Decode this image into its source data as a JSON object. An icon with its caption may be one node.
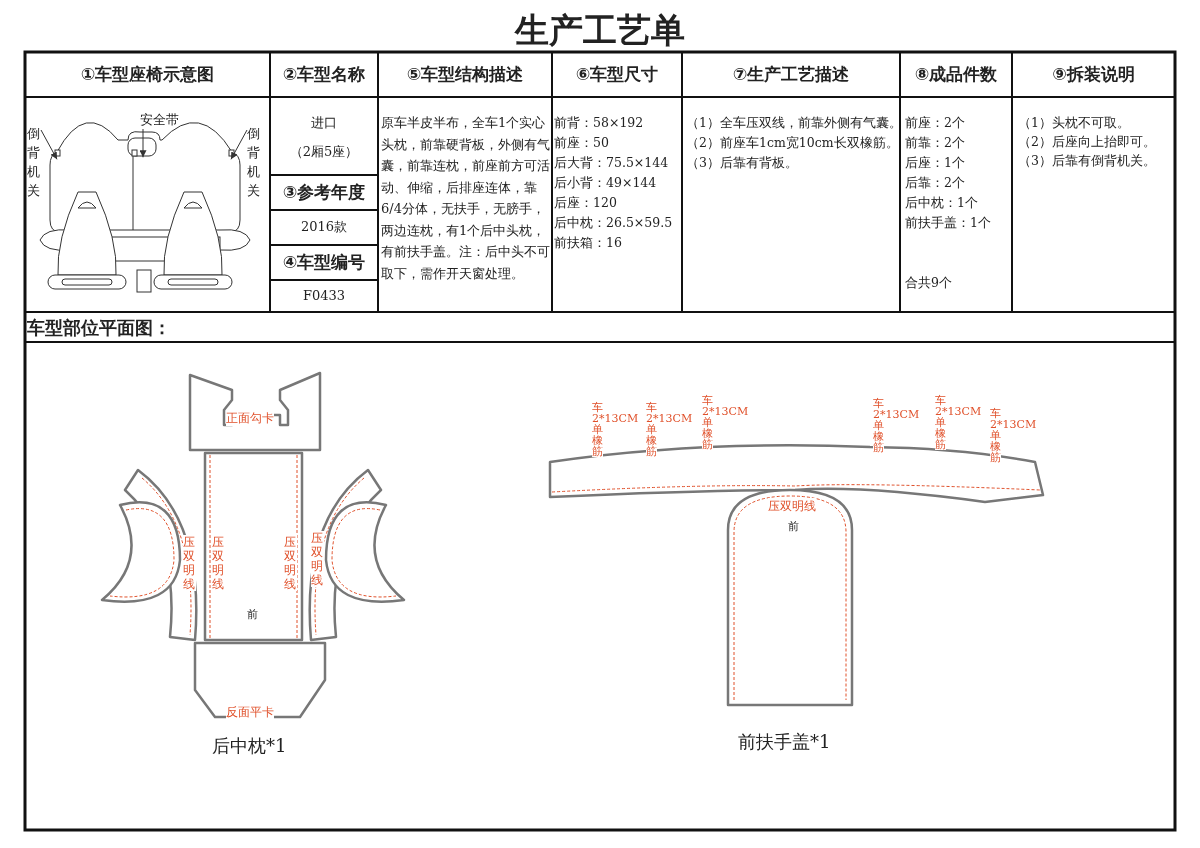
{
  "diagram": {
    "title": "生产工艺单",
    "nodes": [
      {
        "text": [
          "安全带"
        ]
      },
      {
        "text": [
          "倒背机关"
        ]
      },
      {
        "text": [
          "倒背机关"
        ]
      },
      {
        "text": [],
        "shape": "picture"
      }
    ],
    "edges": [
      {
        "from": 0,
        "to": 3,
        "arrow": "to"
      },
      {
        "from": 1,
        "to": 3,
        "arrow": "to"
      },
      {
        "from": 2,
        "to": 3,
        "arrow": "to"
      }
    ],
    "labels": [
      "①车型座椅示意图",
      "②车型名称",
      "⑤车型结构描述",
      "⑥车型尺寸",
      "⑦生产工艺描述",
      "⑧成品件数",
      "⑨拆装说明",
      "进口",
      "（2厢5座）",
      "③参考年度",
      "2016款",
      "④车型编号",
      "F0433",
      "原车半皮半布，全车1个实心头枕，前靠硬背板，外侧有气囊，前靠连枕，前座前方可活动、伸缩，后排座连体，靠6/4分体，无扶手，无膀手，两边连枕，有1个后中头枕，有前扶手盖。注：后中头不可取下，需作开天窗处理。",
      "前背：58×192",
      "前座：50",
      "后大背：75.5×144",
      "后小背：49×144",
      "后座：120",
      "后中枕：26.5×59.5",
      "前扶箱：16",
      "（1）全车压双线，前靠外侧有气囊。",
      "（2）前座车1cm宽10cm长双橡筋。",
      "（3）后靠有背板。",
      "前座：2个",
      "前靠：2个",
      "后座：1个",
      "后靠：2个",
      "后中枕：1个",
      "前扶手盖：1个",
      "合共9个",
      "（1）头枕不可取。",
      "（2）后座向上抬即可。",
      "（3）后靠有倒背机关。",
      "车型部位平面图：",
      "正面勾卡",
      "压双明线",
      "压双明线",
      "压双明线",
      "压双明线",
      "前",
      "反面平卡",
      "后中枕*1",
      "车2*13CM单橡筋",
      "车2*13CM单橡筋",
      "车2*13CM单橡筋",
      "车2*13CM单橡筋",
      "车2*13CM单橡筋",
      "车2*13CM单橡筋",
      "压双明线",
      "前",
      "前扶手盖*1"
    ]
  }
}
